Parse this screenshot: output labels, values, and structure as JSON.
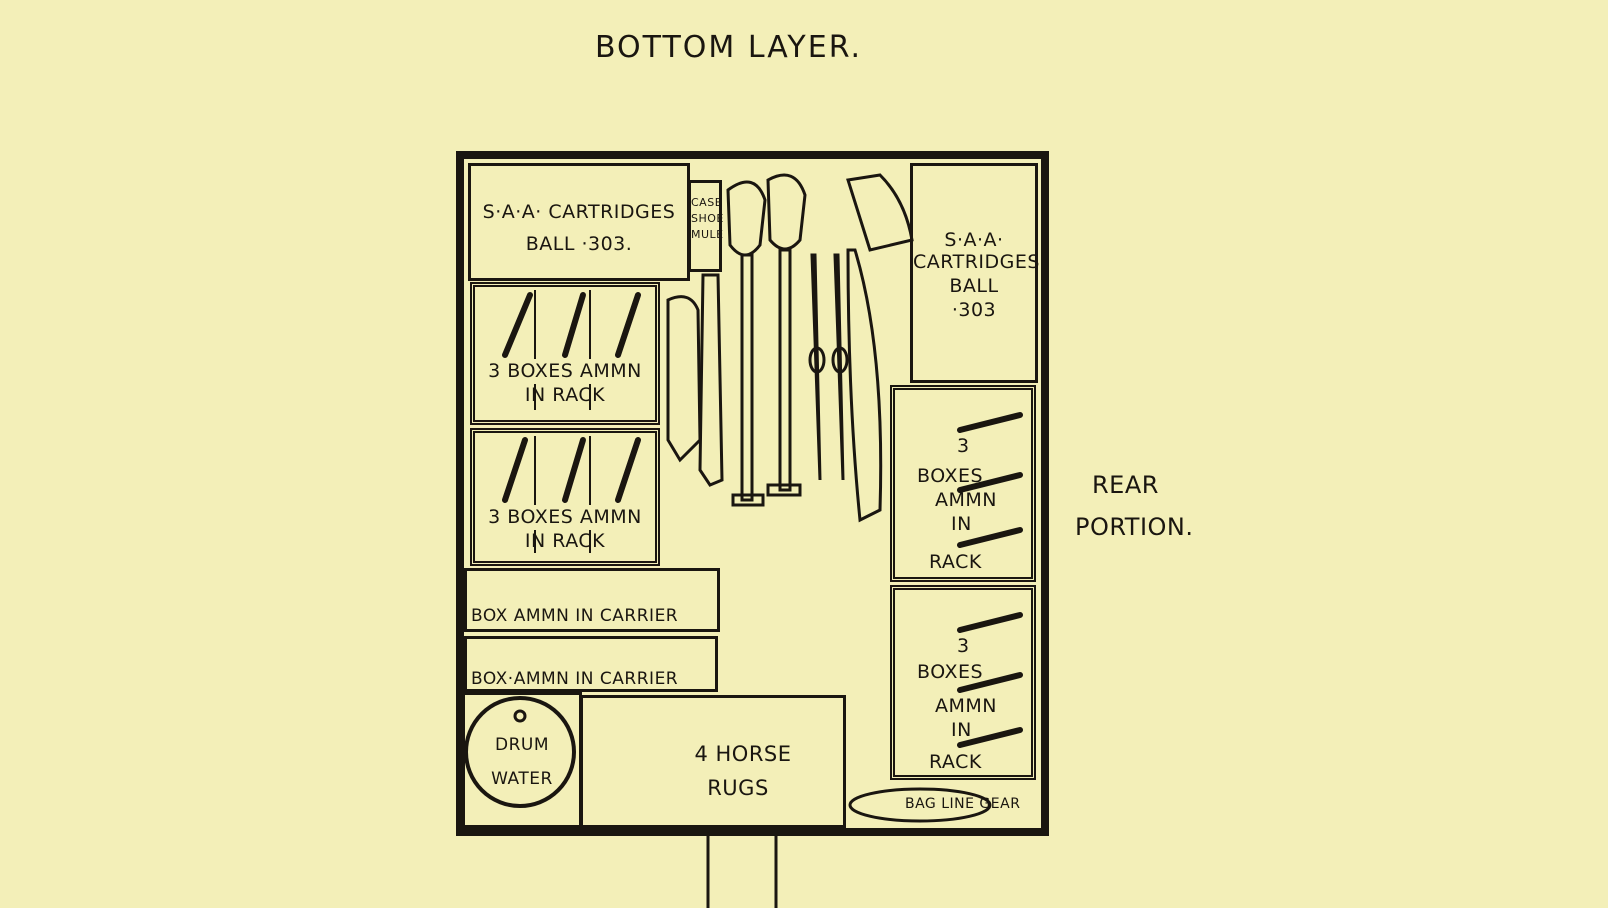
{
  "title": "BOTTOM LAYER.",
  "side_label": [
    "REAR",
    "PORTION."
  ],
  "compartments": {
    "saa_left": [
      "S·A·A· CARTRIDGES",
      "BALL ·303."
    ],
    "case_shoe": [
      "CASE",
      "SHOE",
      "MULE"
    ],
    "saa_right": [
      "S·A·A·",
      "CARTRIDGES",
      "BALL",
      "·303"
    ],
    "rack_left_1": [
      "3 BOXES AMMN",
      "IN RACK"
    ],
    "rack_left_2": [
      "3 BOXES AMMN",
      "IN RACK"
    ],
    "carrier_1": "BOX AMMN IN CARRIER",
    "carrier_2": "BOX·AMMN IN CARRIER",
    "drum": [
      "DRUM",
      "WATER"
    ],
    "rugs": [
      "4 HORSE",
      "RUGS"
    ],
    "rack_right_1": [
      "3",
      "BOXES",
      "AMMN",
      "IN",
      "RACK"
    ],
    "rack_right_2": [
      "3",
      "BOXES",
      "AMMN",
      "IN",
      "RACK"
    ],
    "bag": "BAG LINE GEAR"
  }
}
